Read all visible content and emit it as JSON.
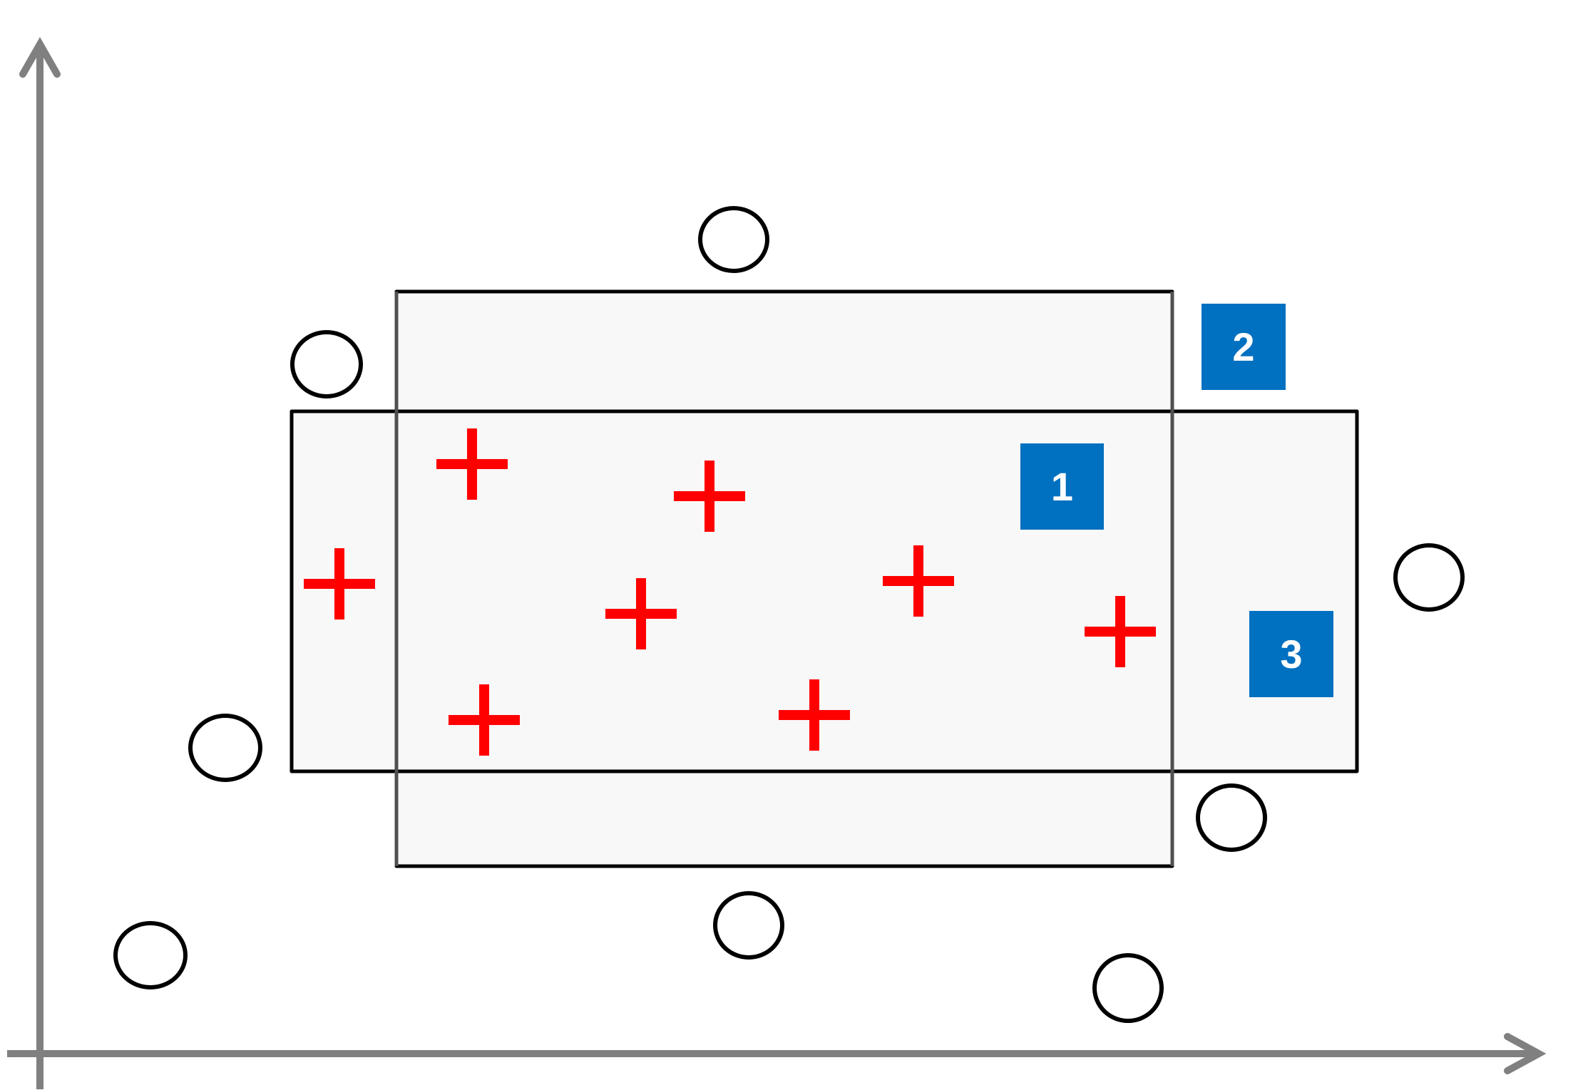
{
  "colors": {
    "axis": "#808080",
    "rectangle_fill": "#f8f8f8",
    "rectangle_stroke": "#000000",
    "positive_marker": "#ff0000",
    "negative_marker": "#000000",
    "label_box": "#0070c0",
    "label_text": "#ffffff"
  },
  "legend_markers": {
    "positive": "plus",
    "negative": "circle"
  },
  "labels": [
    {
      "id": "1",
      "text": "1"
    },
    {
      "id": "2",
      "text": "2"
    },
    {
      "id": "3",
      "text": "3"
    }
  ],
  "rectangles": [
    {
      "id": "vertical-rectangle",
      "label_id": ""
    },
    {
      "id": "horizontal-rectangle",
      "label_id": ""
    }
  ]
}
